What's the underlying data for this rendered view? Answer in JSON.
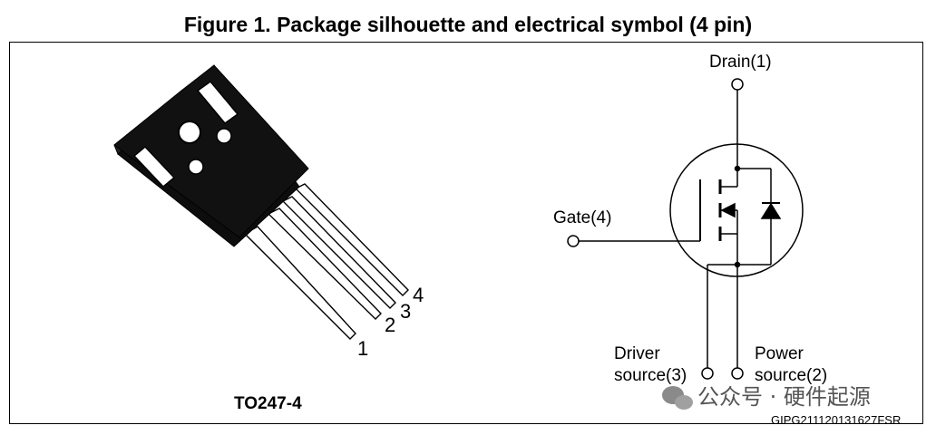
{
  "title": "Figure 1. Package silhouette and electrical symbol (4 pin)",
  "package": {
    "name": "TO247-4",
    "pins": [
      "1",
      "2",
      "3",
      "4"
    ]
  },
  "symbol": {
    "drain": "Drain(1)",
    "gate": "Gate(4)",
    "driver_source_line1": "Driver",
    "driver_source_line2": "source(3)",
    "power_source_line1": "Power",
    "power_source_line2": "source(2)"
  },
  "code": "GIPG211120131627FSR",
  "watermark": {
    "icon": "wechat-icon",
    "text": "公众号 · 硬件起源"
  },
  "colors": {
    "package_body": "#111111",
    "line": "#000000",
    "background": "#ffffff"
  }
}
